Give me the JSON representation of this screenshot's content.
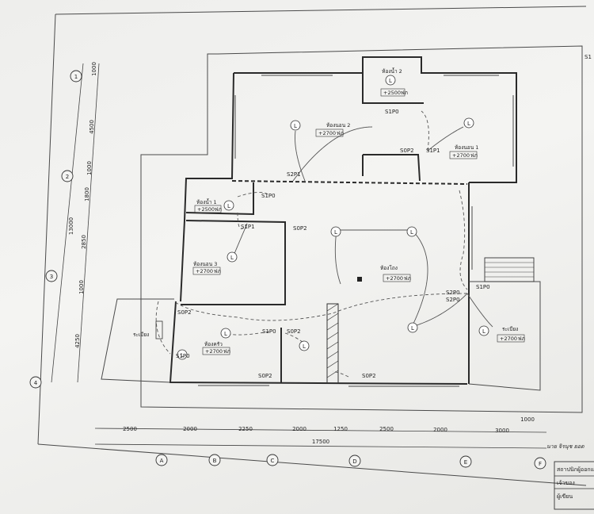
{
  "rooms": [
    {
      "id": "bedroom2",
      "name": "ห้องนอน 2",
      "level": "+2700",
      "unit": "ฟภ"
    },
    {
      "id": "bathroom2",
      "name": "ห้องน้ำ 2",
      "level": "+2500",
      "unit": "ฟภ"
    },
    {
      "id": "bedroom1",
      "name": "ห้องนอน 1",
      "level": "+2700",
      "unit": "ฟภ"
    },
    {
      "id": "bathroom1",
      "name": "ห้องน้ำ 1",
      "level": "+2500",
      "unit": "ฟภ"
    },
    {
      "id": "bedroom3",
      "name": "ห้องนอน 3",
      "level": "+2700",
      "unit": "ฟภ"
    },
    {
      "id": "living",
      "name": "ห้องโถง",
      "level": "+2700",
      "unit": "ฟภ"
    },
    {
      "id": "kitchen",
      "name": "ห้องครัว",
      "level": "+2700",
      "unit": "ฟภ"
    },
    {
      "id": "veranda_right",
      "name": "ระเบียง",
      "level": "+2700",
      "unit": "ฟภ"
    },
    {
      "id": "veranda_left",
      "name": "ระเบียง"
    }
  ],
  "switches": [
    "S1P0",
    "S0P2",
    "S1P1",
    "S2P1",
    "S1P0",
    "S1P1",
    "S0P2",
    "S1P0",
    "S0P2",
    "S1P0",
    "S0P2",
    "S0P2",
    "S2P0",
    "S2P0",
    "S1P0",
    "S0P2"
  ],
  "light_symbol": "L",
  "grid_numbers": [
    "1",
    "2",
    "3",
    "4"
  ],
  "grid_letters": [
    "A",
    "B",
    "C",
    "D",
    "E",
    "F"
  ],
  "left_dims": [
    "1000",
    "4500",
    "1000",
    "1800",
    "2850",
    "1000",
    "4250"
  ],
  "left_total": "13000",
  "bottom_dims": [
    "2500",
    "2000",
    "2250",
    "2000",
    "1250",
    "2500",
    "2000",
    "3000"
  ],
  "bottom_total": "17500",
  "right_dim": "1000",
  "corner_label": "S1",
  "signature": "นาย จิรนุช ยอด",
  "title_block": [
    "สถาปนิกผู้ออกแบบ",
    "เจ้าของ",
    "ผู้เขียน"
  ]
}
